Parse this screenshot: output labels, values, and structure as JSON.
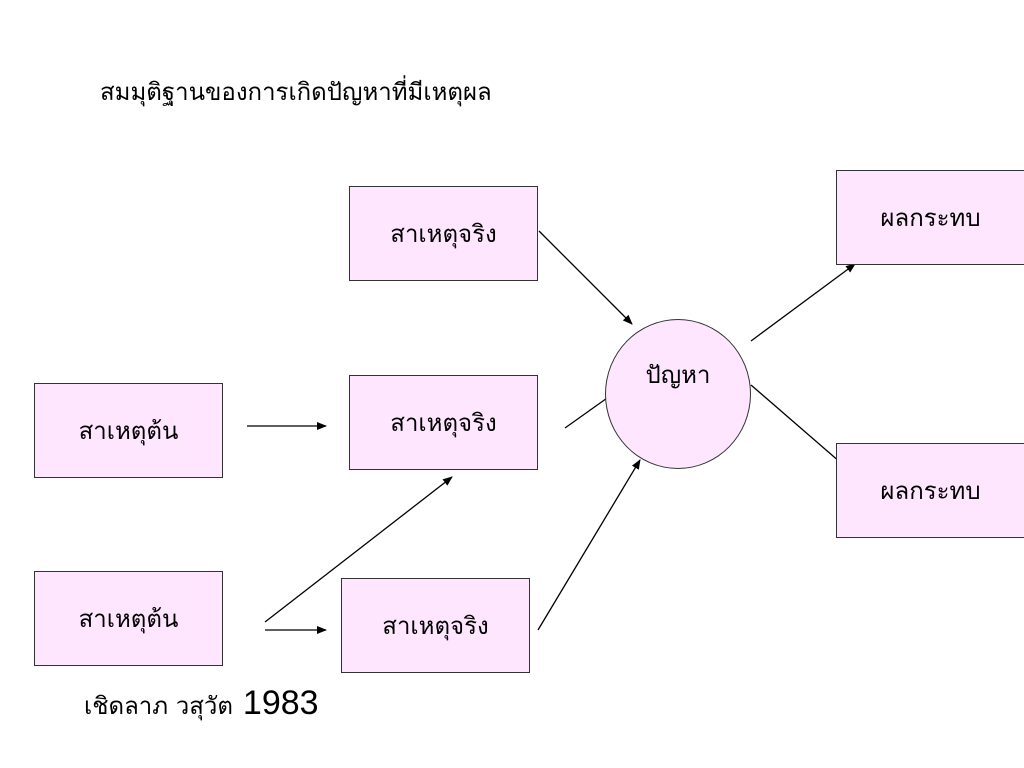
{
  "title": "สมมุติฐานของการเกิดปัญหาที่มีเหตุผล",
  "nodes": {
    "cause_root_1": "สาเหตุต้น",
    "cause_root_2": "สาเหตุต้น",
    "cause_real_1": "สาเหตุจริง",
    "cause_real_2": "สาเหตุจริง",
    "cause_real_3": "สาเหตุจริง",
    "problem": "ปัญหา",
    "effect_1": "ผลกระทบ",
    "effect_2": "ผลกระทบ"
  },
  "citation": {
    "author": "เชิดลาภ วสุวัต",
    "year": "1983"
  },
  "colors": {
    "node_fill": "#ffe6ff",
    "node_border": "#333333",
    "arrow": "#000000"
  }
}
